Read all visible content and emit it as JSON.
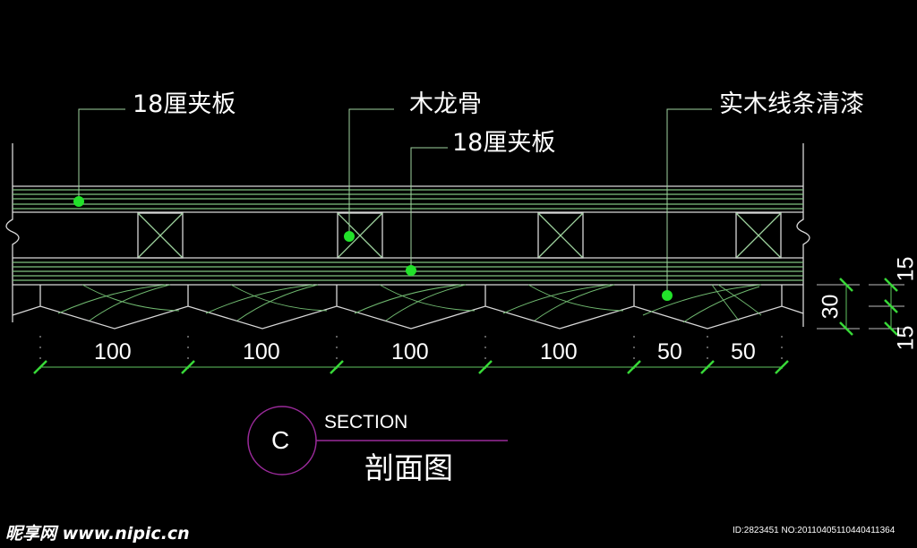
{
  "labels": {
    "top_plywood": "18厘夹板",
    "joist": "木龙骨",
    "bottom_plywood": "18厘夹板",
    "trim": "实木线条清漆"
  },
  "dimensions": {
    "horizontal": [
      "100",
      "100",
      "100",
      "100",
      "50",
      "50"
    ],
    "vertical_total": "30",
    "vertical_parts": [
      "15",
      "15"
    ]
  },
  "section": {
    "letter": "C",
    "title": "SECTION",
    "subtitle": "剖面图"
  },
  "watermark": {
    "logo": "昵享网 www.nipic.cn",
    "id": "ID:2823451 NO:20110405110440411364"
  },
  "colors": {
    "line": "#d8d8d8",
    "leader": "#9fd49f",
    "dot": "#22e22a",
    "tick": "#38d838",
    "section": "#9a2a9a"
  }
}
